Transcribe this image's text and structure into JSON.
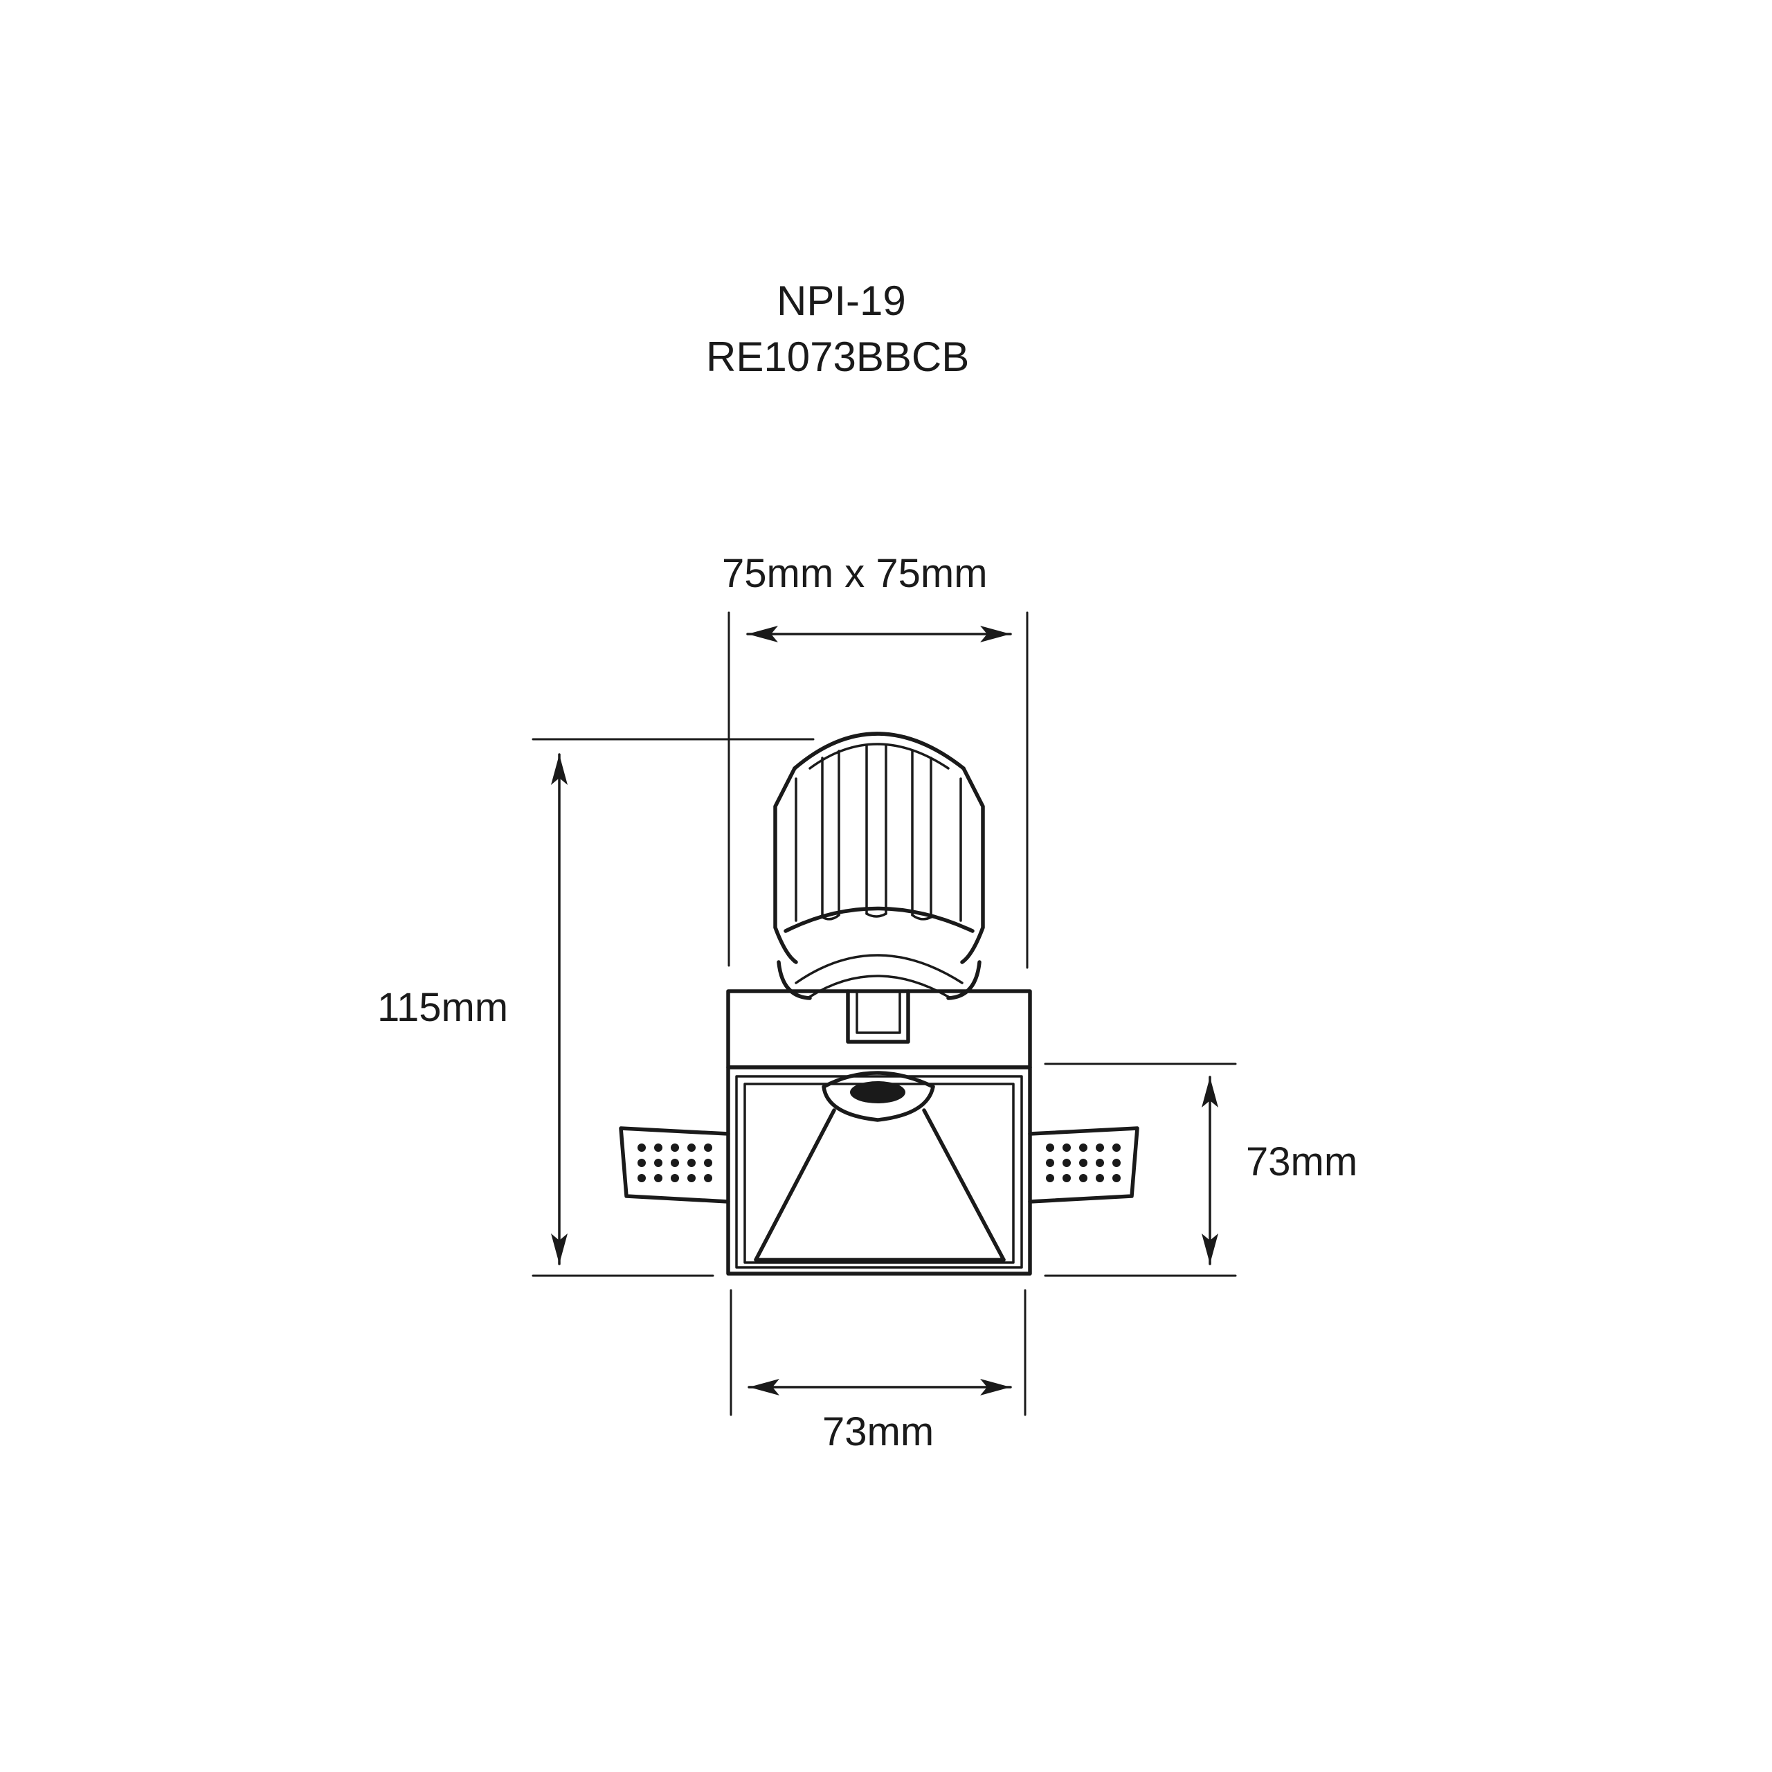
{
  "title": {
    "model": "NPI-19",
    "code": "RE1073BBCB"
  },
  "dimensions": {
    "top_width": "75mm x 75mm",
    "height": "115mm",
    "trim_height": "73mm",
    "bottom_width": "73mm"
  },
  "colors": {
    "ink": "#1a1a1a",
    "background": "#ffffff"
  }
}
